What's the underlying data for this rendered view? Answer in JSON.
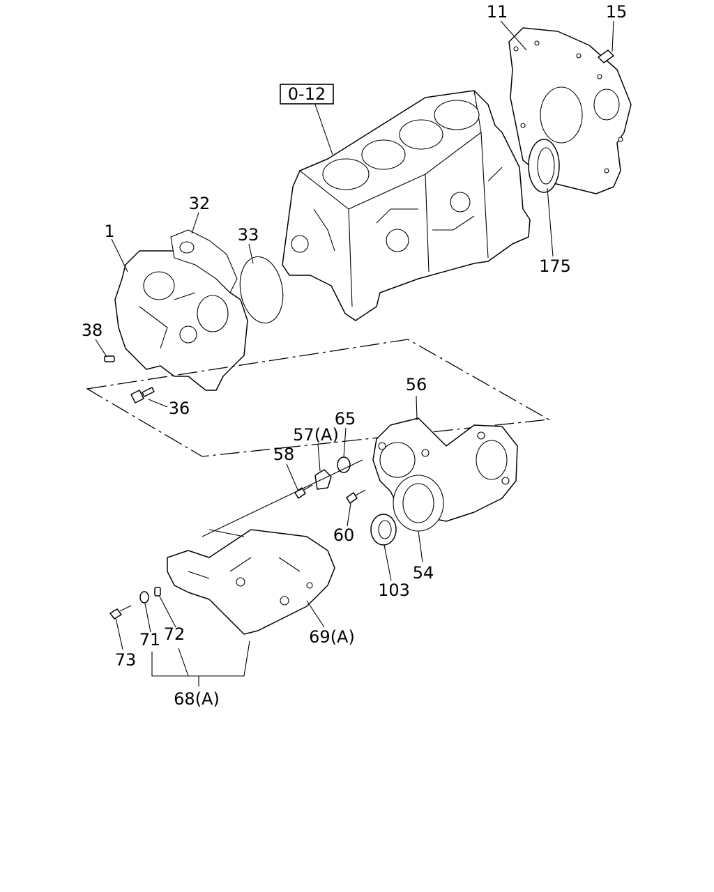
{
  "diagram": {
    "reference_tag": "0-12",
    "callouts": [
      {
        "id": "11",
        "label": "11"
      },
      {
        "id": "15",
        "label": "15"
      },
      {
        "id": "175",
        "label": "175"
      },
      {
        "id": "32",
        "label": "32"
      },
      {
        "id": "1",
        "label": "1"
      },
      {
        "id": "33",
        "label": "33"
      },
      {
        "id": "38",
        "label": "38"
      },
      {
        "id": "36",
        "label": "36"
      },
      {
        "id": "56",
        "label": "56"
      },
      {
        "id": "65",
        "label": "65"
      },
      {
        "id": "57A",
        "label": "57(A)"
      },
      {
        "id": "58",
        "label": "58"
      },
      {
        "id": "60",
        "label": "60"
      },
      {
        "id": "103",
        "label": "103"
      },
      {
        "id": "54",
        "label": "54"
      },
      {
        "id": "69A",
        "label": "69(A)"
      },
      {
        "id": "73",
        "label": "73"
      },
      {
        "id": "71",
        "label": "71"
      },
      {
        "id": "72",
        "label": "72"
      },
      {
        "id": "68A",
        "label": "68(A)"
      }
    ]
  }
}
